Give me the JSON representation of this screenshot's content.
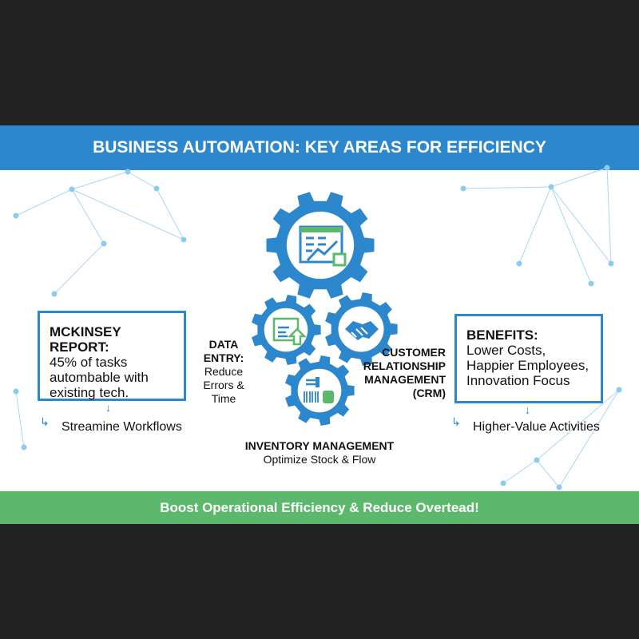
{
  "header": {
    "title": "BUSINESS AUTOMATION: KEY AREAS FOR EFFICIENCY"
  },
  "left_box": {
    "title": "MCKINSEY REPORT:",
    "text": "45% of tasks autombable with existing tech.",
    "outcome": "Streamine Workflows"
  },
  "right_box": {
    "title": "BENEFITS:",
    "text": "Lower Costs, Happier Employees, Innovation Focus",
    "outcome": "Higher-Value Activities"
  },
  "gears": [
    {
      "icon": "spreadsheet-chart-icon",
      "title": "",
      "text": ""
    },
    {
      "icon": "data-upload-icon",
      "title": "DATA ENTRY:",
      "text": "Reduce Errors & Time"
    },
    {
      "icon": "handshake-icon",
      "title": "CUSTOMER RELATIONSHIP MANAGEMENT (CRM)",
      "text": ""
    },
    {
      "icon": "barcode-scanner-icon",
      "title": "INVENTORY MANAGEMENT",
      "text": "Optimize Stock & Flow"
    }
  ],
  "footer": {
    "text": "Boost Operational Efficiency & Reduce Overtead!"
  },
  "colors": {
    "primary": "#2d87cc",
    "green": "#5cb86b",
    "background": "#222222"
  }
}
